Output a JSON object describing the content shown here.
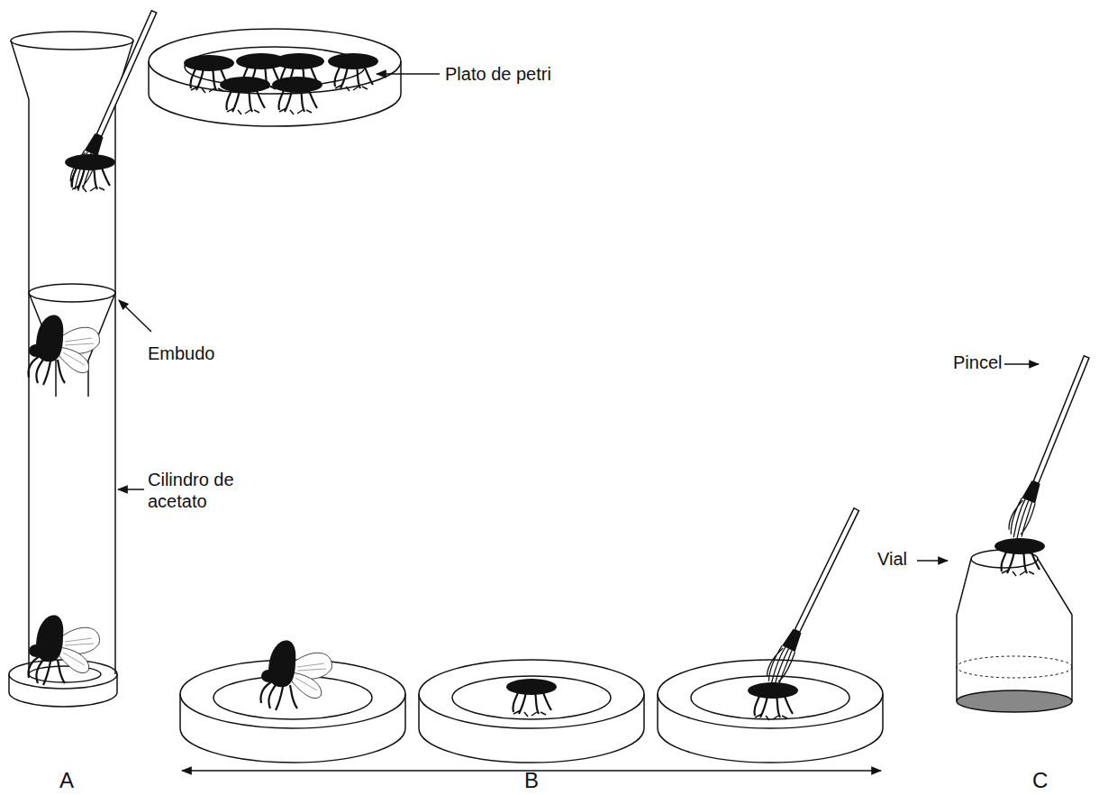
{
  "diagram": {
    "labels": [
      "Plato de petri",
      "Embudo",
      "Cilindro de acetato",
      "Pincel",
      "Vial",
      "A",
      "B",
      "C"
    ]
  }
}
